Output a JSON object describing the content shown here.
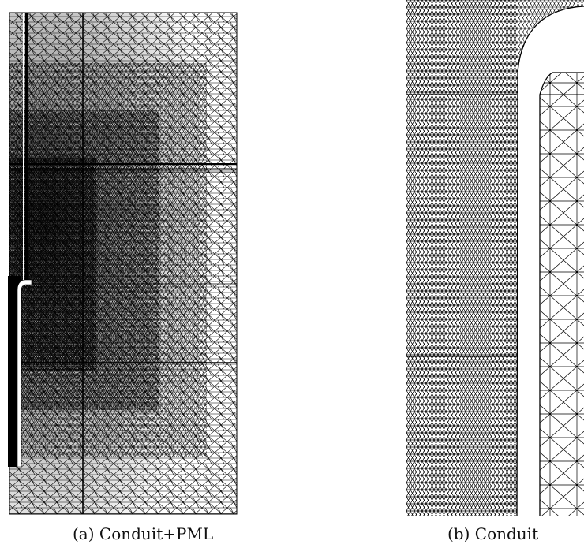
{
  "figure": {
    "subfigures": [
      {
        "id": "a",
        "caption": "(a) Conduit+PML"
      },
      {
        "id": "b",
        "caption": "(b) Conduit"
      }
    ],
    "colors": {
      "mesh_line": "#000000",
      "background": "#ffffff",
      "cut_out": "#ffffff"
    }
  }
}
